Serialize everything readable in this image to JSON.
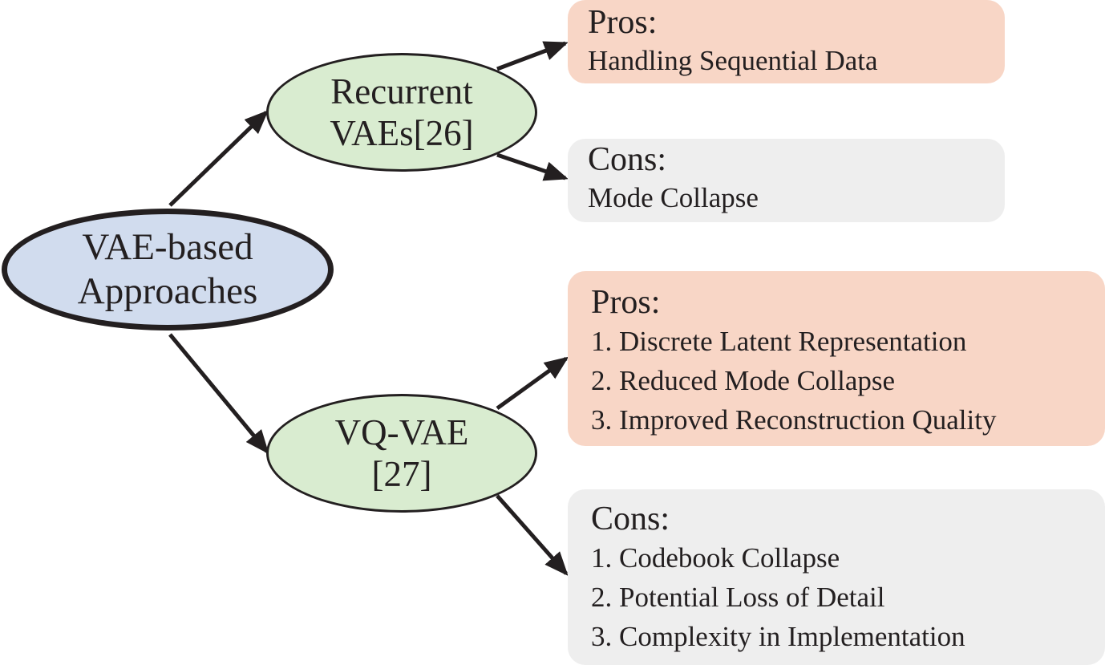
{
  "root": {
    "line1": "VAE-based",
    "line2": "Approaches",
    "fill": "#d1dcee"
  },
  "methods": [
    {
      "line1": "Recurrent",
      "line2": "VAEs[26]",
      "fill": "#d9ecd0",
      "pros": {
        "header": "Pros:",
        "items": [
          "Handling Sequential Data"
        ]
      },
      "cons": {
        "header": "Cons:",
        "items": [
          "Mode Collapse"
        ]
      }
    },
    {
      "line1": "VQ-VAE",
      "line2": "[27]",
      "fill": "#d9ecd0",
      "pros": {
        "header": "Pros:",
        "items": [
          "1. Discrete Latent Representation",
          "2. Reduced Mode Collapse",
          "3. Improved Reconstruction Quality"
        ]
      },
      "cons": {
        "header": "Cons:",
        "items": [
          "1. Codebook Collapse",
          "2. Potential Loss of Detail",
          "3. Complexity in Implementation"
        ]
      }
    }
  ],
  "colors": {
    "pros_fill": "#f8d6c6",
    "cons_fill": "#eeeeee",
    "stroke": "#231f20"
  }
}
